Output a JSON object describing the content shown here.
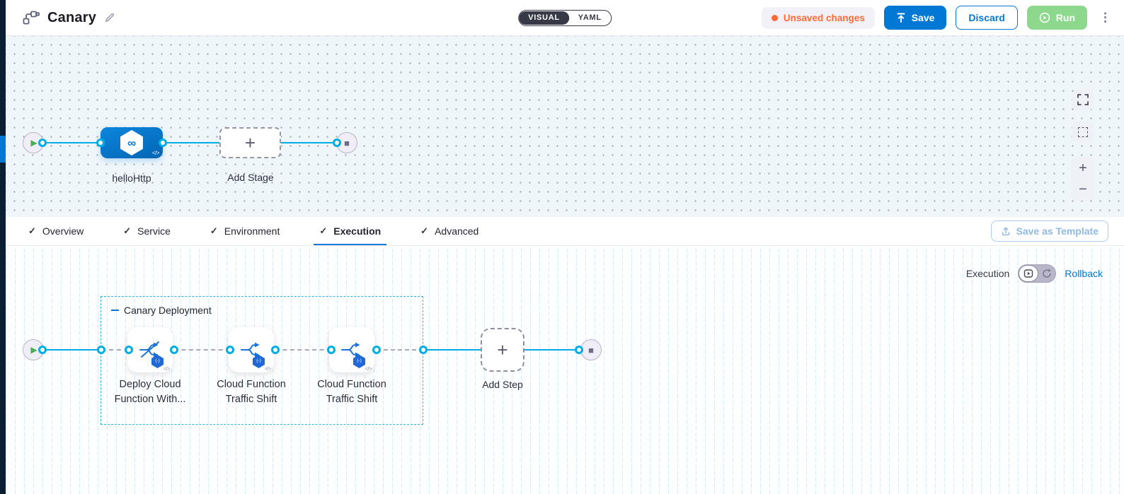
{
  "colors": {
    "primary_blue": "#0278d5",
    "wire_cyan": "#00ade4",
    "unsaved_orange": "#ff6b35",
    "run_green": "#8cd88c",
    "rail_navy": "#0a1f33"
  },
  "header": {
    "title": "Canary",
    "mode_toggle": {
      "visual": "VISUAL",
      "yaml": "YAML",
      "selected": "VISUAL"
    },
    "unsaved_changes": "Unsaved changes",
    "save": "Save",
    "discard": "Discard",
    "run": "Run"
  },
  "icons": {
    "check": "✓",
    "plus": "+",
    "minus": "−",
    "kebab": "⋮",
    "infinity": "∞",
    "code": "</>",
    "play": "▶",
    "stop": "■",
    "badge_glyph": "(-)"
  },
  "stage_canvas": {
    "stage_label": "helloHttp",
    "add_stage": "Add Stage"
  },
  "tabs": [
    {
      "label": "Overview",
      "active": false
    },
    {
      "label": "Service",
      "active": false
    },
    {
      "label": "Environment",
      "active": false
    },
    {
      "label": "Execution",
      "active": true
    },
    {
      "label": "Advanced",
      "active": false
    }
  ],
  "template_button": {
    "label": "Save as Template"
  },
  "execution": {
    "mode_label": "Execution",
    "rollback_label": "Rollback",
    "group_title": "Canary Deployment",
    "steps": [
      {
        "label_line1": "Deploy Cloud",
        "label_line2": "Function With..."
      },
      {
        "label_line1": "Cloud Function",
        "label_line2": "Traffic Shift"
      },
      {
        "label_line1": "Cloud Function",
        "label_line2": "Traffic Shift"
      }
    ],
    "add_step": "Add Step"
  }
}
